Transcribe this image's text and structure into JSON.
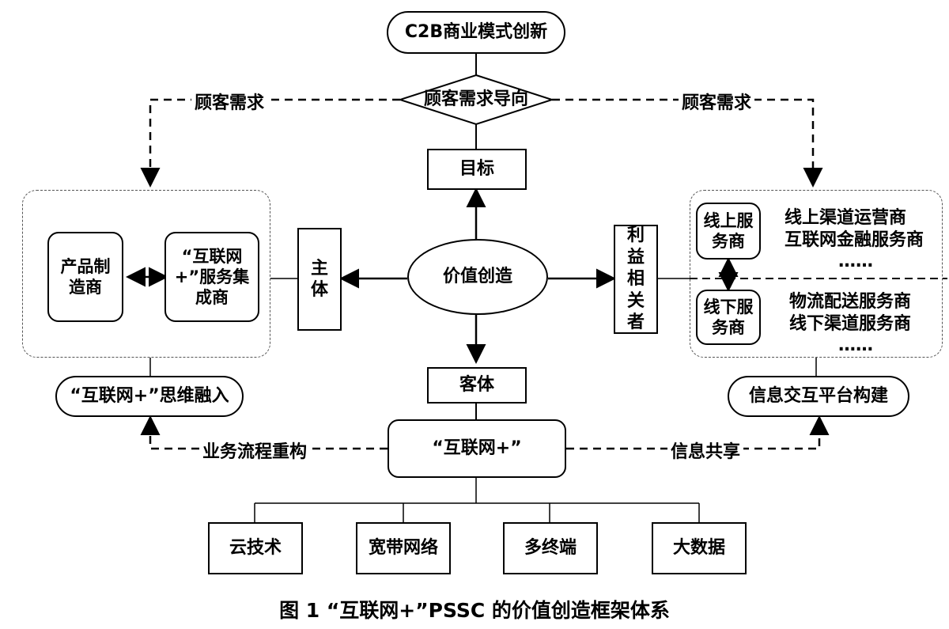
{
  "diagram": {
    "top": "C2B商业模式创新",
    "diamond": "顾客需求导向",
    "edge_left_top": "顾客需求",
    "edge_right_top": "顾客需求",
    "goal": "目标",
    "center": "价值创造",
    "subject": "主体",
    "stakeholder": "利益相关者",
    "object": "客体",
    "left_group": {
      "product_maker": "产品制造商",
      "integrator": "“互联网+”服务集成商"
    },
    "right_group": {
      "online": "线上服务商",
      "online_list": [
        "线上渠道运营商",
        "互联网金融服务商",
        "……"
      ],
      "offline": "线下服务商",
      "offline_list": [
        "物流配送服务商",
        "线下渠道服务商",
        "……"
      ]
    },
    "thinking": "“互联网+”思维融入",
    "platform": "信息交互平台构建",
    "internet_plus": "“互联网+”",
    "edge_left_bottom": "业务流程重构",
    "edge_right_bottom": "信息共享",
    "tech": [
      "云技术",
      "宽带网络",
      "多终端",
      "大数据"
    ]
  },
  "caption": "图 1  “互联网+”PSSC 的价值创造框架体系"
}
